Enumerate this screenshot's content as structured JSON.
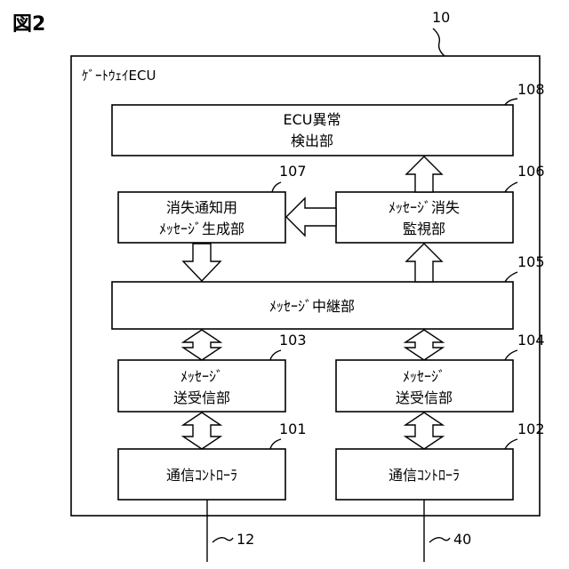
{
  "figure_title": "図2",
  "gateway": {
    "ref": "10",
    "label": "ｹﾞｰﾄｳｪｲECU"
  },
  "blocks": {
    "ecu_anomaly": {
      "ref": "108",
      "line1": "ECU異常",
      "line2": "検出部"
    },
    "loss_msg_gen": {
      "ref": "107",
      "line1": "消失通知用",
      "line2": "ﾒｯｾｰｼﾞ生成部"
    },
    "loss_monitor": {
      "ref": "106",
      "line1": "ﾒｯｾｰｼﾞ消失",
      "line2": "監視部"
    },
    "relay": {
      "ref": "105",
      "line1": "ﾒｯｾｰｼﾞ中継部"
    },
    "txrx_left": {
      "ref": "103",
      "line1": "ﾒｯｾｰｼﾞ",
      "line2": "送受信部"
    },
    "txrx_right": {
      "ref": "104",
      "line1": "ﾒｯｾｰｼﾞ",
      "line2": "送受信部"
    },
    "ctrl_left": {
      "ref": "101",
      "line1": "通信ｺﾝﾄﾛｰﾗ"
    },
    "ctrl_right": {
      "ref": "102",
      "line1": "通信ｺﾝﾄﾛｰﾗ"
    }
  },
  "buses": {
    "left": {
      "ref": "12"
    },
    "right": {
      "ref": "40"
    }
  }
}
